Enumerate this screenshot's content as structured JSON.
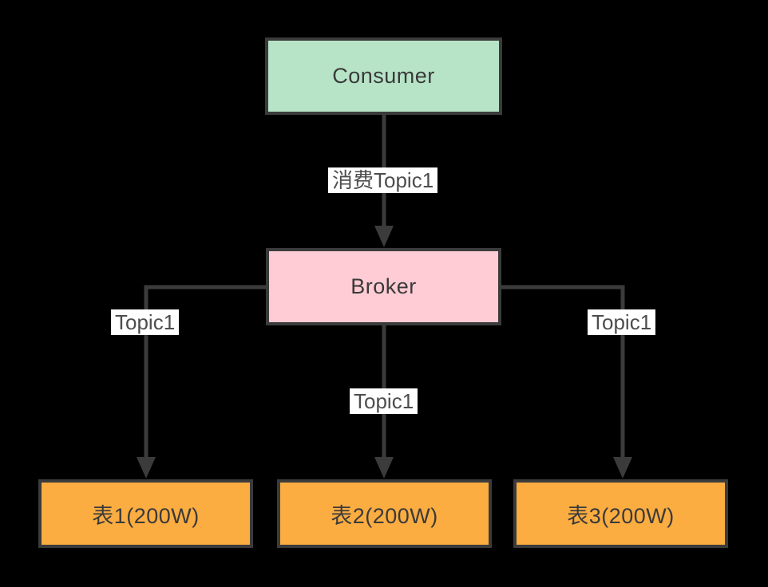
{
  "diagram": {
    "nodes": {
      "consumer": {
        "label": "Consumer",
        "fill": "#b7e4c7"
      },
      "broker": {
        "label": "Broker",
        "fill": "#ffccd5"
      },
      "table1": {
        "label": "表1(200W)",
        "fill": "#fbad41"
      },
      "table2": {
        "label": "表2(200W)",
        "fill": "#fbad41"
      },
      "table3": {
        "label": "表3(200W)",
        "fill": "#fbad41"
      }
    },
    "edge_labels": {
      "consumer_broker": {
        "label": "消费Topic1"
      },
      "broker_table1": {
        "label": "Topic1"
      },
      "broker_table2": {
        "label": "Topic1"
      },
      "broker_table3": {
        "label": "Topic1"
      }
    },
    "colors": {
      "background": "#000000",
      "border": "#3b3b3b",
      "connector": "#3b3b3b",
      "node_text": "#3a3a3a",
      "edge_label_text": "#4d4d4d",
      "edge_label_background": "#ffffff"
    }
  }
}
